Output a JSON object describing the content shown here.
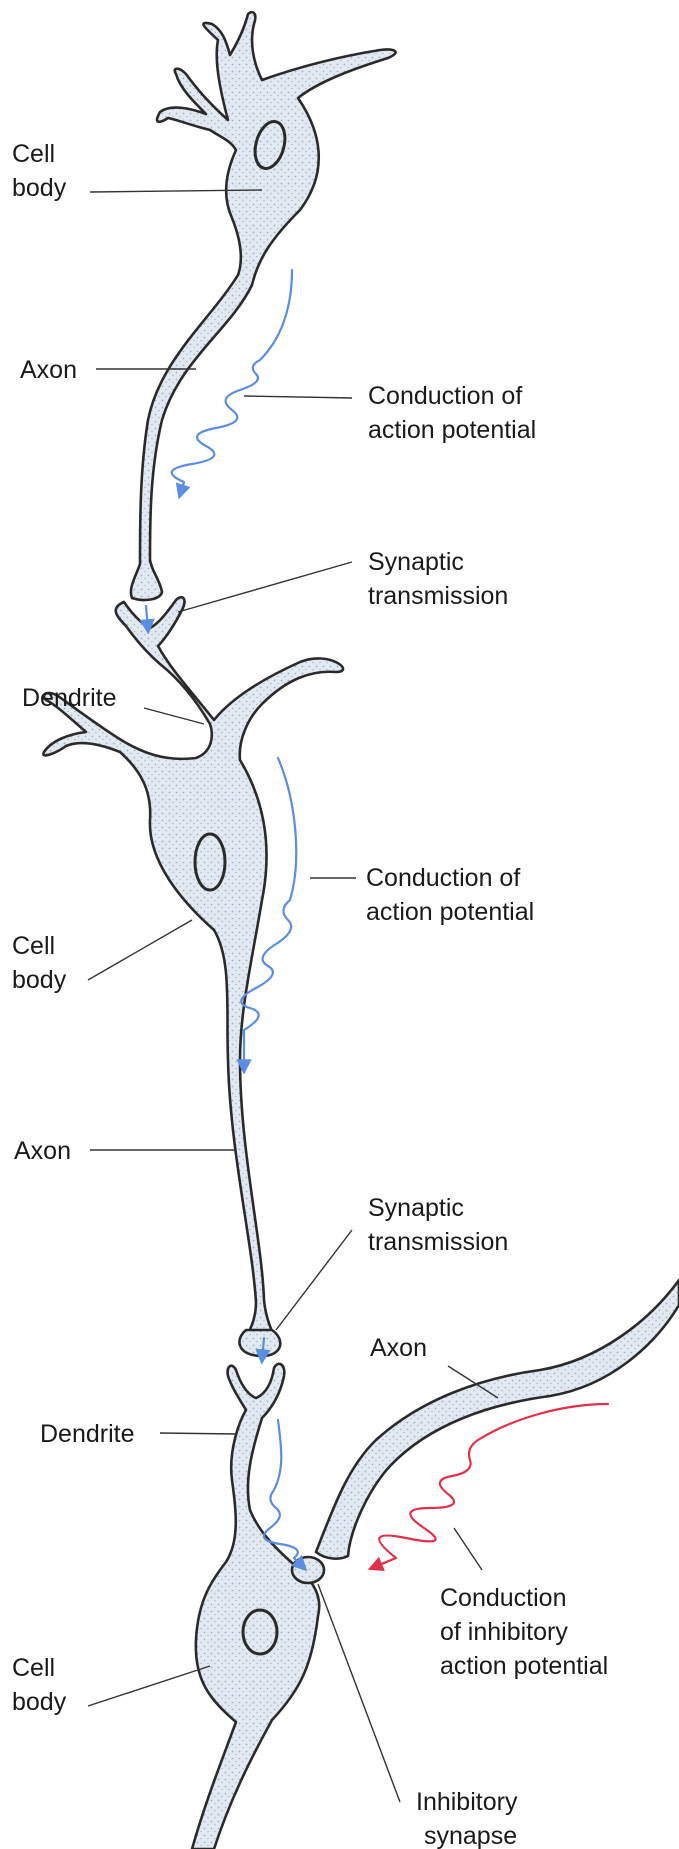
{
  "labels": {
    "cell_body_1": [
      "Cell",
      "body"
    ],
    "axon_1": "Axon",
    "conduction_1": [
      "Conduction of",
      "action potential"
    ],
    "synaptic_1": [
      "Synaptic",
      "transmission"
    ],
    "dendrite_1": "Dendrite",
    "conduction_2": [
      "Conduction of",
      "action potential"
    ],
    "cell_body_2": [
      "Cell",
      "body"
    ],
    "axon_2": "Axon",
    "synaptic_2": [
      "Synaptic",
      "transmission"
    ],
    "axon_3": "Axon",
    "dendrite_2": "Dendrite",
    "conduction_inhibitory": [
      "Conduction",
      "of inhibitory",
      "action potential"
    ],
    "cell_body_3": [
      "Cell",
      "body"
    ],
    "inhibitory_synapse": [
      "Inhibitory",
      "synapse"
    ]
  },
  "colors": {
    "excitatory_signal": "#5b8de0",
    "inhibitory_signal": "#e0304a",
    "cell_fill": "#dfe6ef",
    "outline": "#2a2a2a"
  }
}
